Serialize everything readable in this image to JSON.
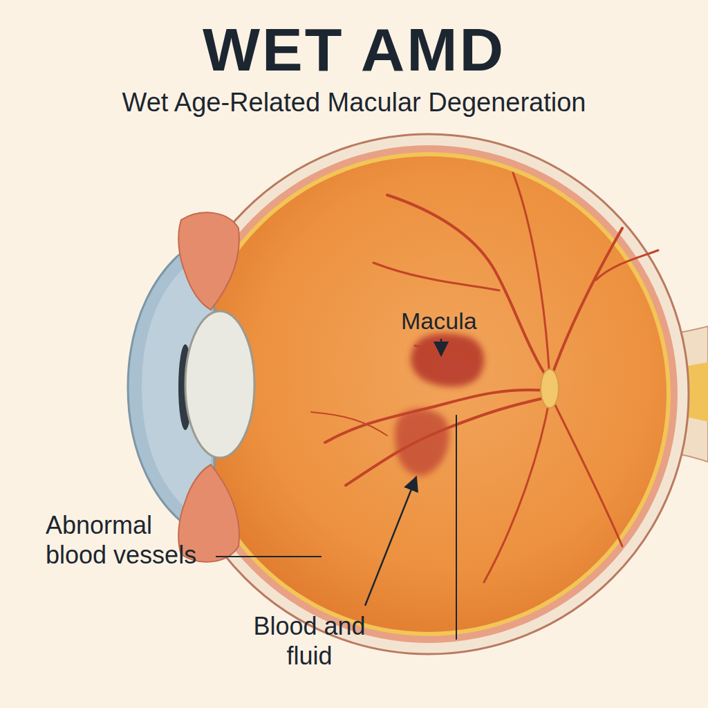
{
  "diagram": {
    "title": "WET AMD",
    "labels": [
      "Wet Age-Related Macular Degeneration",
      "Macula",
      "Abnormal blood vessels",
      "Blood and fluid"
    ]
  }
}
